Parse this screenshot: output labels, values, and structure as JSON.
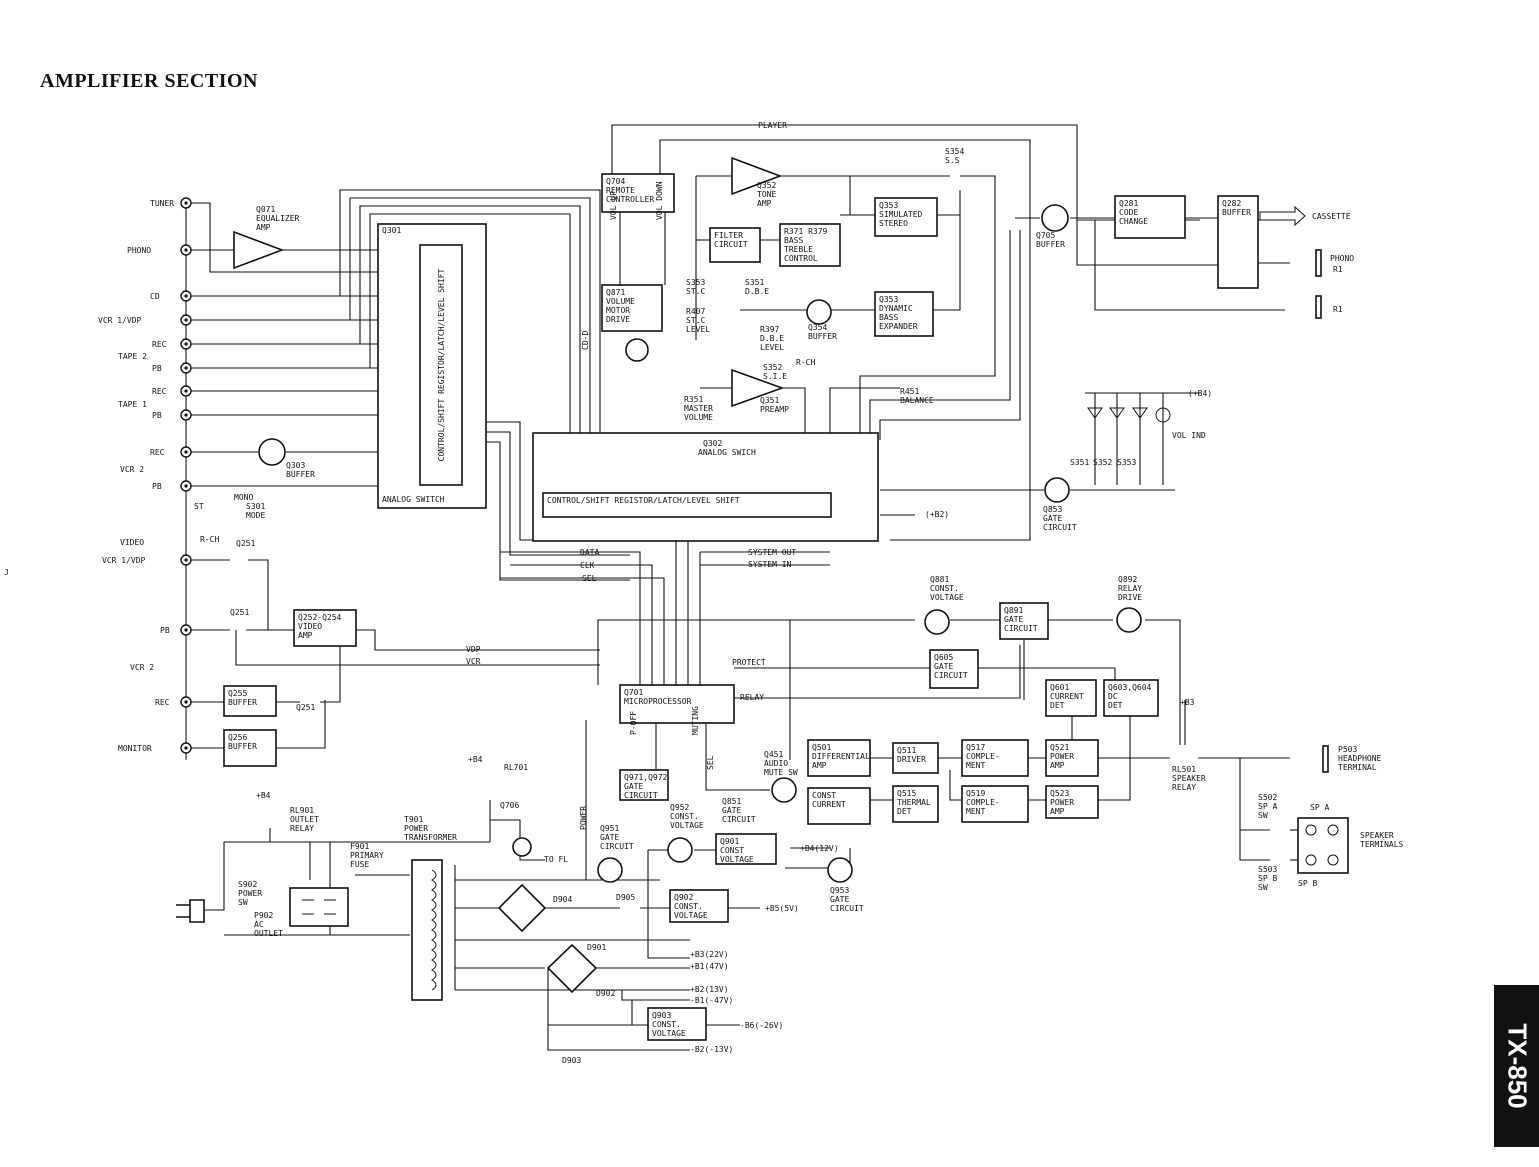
{
  "title": "AMPLIFIER SECTION",
  "model": "TX-850",
  "inputs": [
    {
      "label": "TUNER"
    },
    {
      "label": "PHONO"
    },
    {
      "label": "CD"
    },
    {
      "label": "VCR 1/VDP"
    },
    {
      "label": "REC"
    },
    {
      "label": "TAPE 2"
    },
    {
      "label": "PB"
    },
    {
      "label": "REC"
    },
    {
      "label": "TAPE 1"
    },
    {
      "label": "PB"
    },
    {
      "label": "REC"
    },
    {
      "label": "VCR 2"
    },
    {
      "label": "PB"
    },
    {
      "label": "VIDEO"
    },
    {
      "label": "VCR 1/VDP"
    },
    {
      "label": "PB"
    },
    {
      "label": "VCR 2"
    },
    {
      "label": "REC"
    },
    {
      "label": "MONITOR"
    }
  ],
  "blocks": [
    {
      "id": "Q301",
      "lines": [
        "Q301"
      ]
    },
    {
      "id": "Q301b",
      "lines": [
        "ANALOG SWITCH"
      ]
    },
    {
      "id": "Q301c",
      "lines": [
        "CONTROL/SHIFT REGISTOR/LATCH/LEVEL SHIFT"
      ]
    },
    {
      "id": "Q704",
      "lines": [
        "Q704",
        "REMOTE",
        "CONTROLLER"
      ]
    },
    {
      "id": "Q871",
      "lines": [
        "Q871",
        "VOLUME",
        "MOTOR",
        "DRIVE"
      ]
    },
    {
      "id": "FILTER",
      "lines": [
        "FILTER",
        "CIRCUIT"
      ]
    },
    {
      "id": "BASS",
      "lines": [
        "R371 R379",
        "BASS",
        "TREBLE",
        "CONTROL"
      ]
    },
    {
      "id": "Q353a",
      "lines": [
        "Q353",
        "SIMULATED",
        "STEREO"
      ]
    },
    {
      "id": "Q353b",
      "lines": [
        "Q353",
        "DYNAMIC",
        "BASS",
        "EXPANDER"
      ]
    },
    {
      "id": "Q281",
      "lines": [
        "Q281",
        "CODE",
        "CHANGE"
      ]
    },
    {
      "id": "Q282",
      "lines": [
        "Q282",
        "BUFFER"
      ]
    },
    {
      "id": "Q302",
      "lines": [
        "Q302",
        "ANALOG SWICH"
      ]
    },
    {
      "id": "Q302c",
      "lines": [
        "CONTROL/SHIFT REGISTOR/LATCH/LEVEL SHIFT"
      ]
    },
    {
      "id": "Q252",
      "lines": [
        "Q252-Q254",
        "VIDEO",
        "AMP"
      ]
    },
    {
      "id": "Q255",
      "lines": [
        "Q255",
        "BUFFER"
      ]
    },
    {
      "id": "Q256",
      "lines": [
        "Q256",
        "BUFFER"
      ]
    },
    {
      "id": "Q701",
      "lines": [
        "Q701",
        "MICROPROCESSOR"
      ]
    },
    {
      "id": "Q891",
      "lines": [
        "Q891",
        "GATE",
        "CIRCUIT"
      ]
    },
    {
      "id": "Q605",
      "lines": [
        "Q605",
        "GATE",
        "CIRCUIT"
      ]
    },
    {
      "id": "Q601",
      "lines": [
        "Q601",
        "CURRENT",
        "DET"
      ]
    },
    {
      "id": "Q603",
      "lines": [
        "Q603,Q604",
        "DC",
        "DET"
      ]
    },
    {
      "id": "Q501",
      "lines": [
        "Q501",
        "DIFFERENTIAL",
        "AMP"
      ]
    },
    {
      "id": "Q511",
      "lines": [
        "Q511",
        "DRIVER"
      ]
    },
    {
      "id": "Q517",
      "lines": [
        "Q517",
        "COMPLE-",
        "MENT"
      ]
    },
    {
      "id": "Q521",
      "lines": [
        "Q521",
        "POWER",
        "AMP"
      ]
    },
    {
      "id": "CONST",
      "lines": [
        "CONST",
        "CURRENT"
      ]
    },
    {
      "id": "Q515",
      "lines": [
        "Q515",
        "THERMAL",
        "DET"
      ]
    },
    {
      "id": "Q519",
      "lines": [
        "Q519",
        "COMPLE-",
        "MENT"
      ]
    },
    {
      "id": "Q523",
      "lines": [
        "Q523",
        "POWER",
        "AMP"
      ]
    },
    {
      "id": "Q971",
      "lines": [
        "Q971,Q972",
        "GATE",
        "CIRCUIT"
      ]
    },
    {
      "id": "Q901",
      "lines": [
        "Q901",
        "CONST",
        "VOLTAGE"
      ]
    },
    {
      "id": "Q902",
      "lines": [
        "Q902",
        "CONST.",
        "VOLTAGE"
      ]
    },
    {
      "id": "Q903",
      "lines": [
        "Q903",
        "CONST.",
        "VOLTAGE"
      ]
    }
  ],
  "labels": {
    "player": "PLAYER",
    "cassette": "CASSETTE",
    "phono_out": "PHONO",
    "r1a": "R1",
    "r1b": "R1",
    "q071": [
      "Q071",
      "EQUALIZER",
      "AMP"
    ],
    "q352": [
      "Q352",
      "TONE",
      "AMP"
    ],
    "s354": [
      "S354",
      "S.S"
    ],
    "q705": [
      "Q705",
      "BUFFER"
    ],
    "vol_up": "VOL UP",
    "vol_down": "VOL DOWN",
    "s353": [
      "S353",
      "ST.C"
    ],
    "s351": [
      "S351",
      "D.B.E"
    ],
    "r407": [
      "R407",
      "ST.C",
      "LEVEL"
    ],
    "r397": [
      "R397",
      "D.B.E",
      "LEVEL"
    ],
    "q354": [
      "Q354",
      "BUFFER"
    ],
    "rch1": "R-CH",
    "s352": [
      "S352",
      "S.I.E"
    ],
    "q351": [
      "Q351",
      "PREAMP"
    ],
    "r351": [
      "R351",
      "MASTER",
      "VOLUME"
    ],
    "r451": [
      "R451",
      "BALANCE"
    ],
    "cd_d": "CD-D",
    "b4": "(+B4)",
    "vol_ind": "VOL IND",
    "s351b": "S351",
    "s352b": "S352",
    "s353b": "S353",
    "q303": [
      "Q303",
      "BUFFER"
    ],
    "st": "ST",
    "mono": "MONO",
    "s301": [
      "S301",
      "MODE"
    ],
    "rch2": "R-CH",
    "q251a": "Q251",
    "q251b": "Q251",
    "q251c": "Q251",
    "b2": "(+B2)",
    "q853": [
      "Q853",
      "GATE",
      "CIRCUIT"
    ],
    "data": "DATA",
    "clk": "CLK",
    "sel": "SEL",
    "system_out": "SYSTEM OUT",
    "system_in": "SYSTEM IN",
    "q881": [
      "Q881",
      "CONST.",
      "VOLTAGE"
    ],
    "q892": [
      "Q892",
      "RELAY",
      "DRIVE"
    ],
    "vdp": "VDP",
    "vcr": "VCR",
    "protect": "PROTECT",
    "relay": "RELAY",
    "p_off": "P-OFF",
    "muting": "MUTING",
    "sel2": "SEL",
    "power": "POWER",
    "b3": "+B3",
    "rl501": [
      "RL501",
      "SPEAKER",
      "RELAY"
    ],
    "p503": [
      "P503",
      "HEADPHONE",
      "TERMINAL"
    ],
    "q451": [
      "Q451",
      "AUDIO",
      "MUTE SW"
    ],
    "q851": [
      "Q851",
      "GATE",
      "CIRCUIT"
    ],
    "s502": [
      "S502",
      "SP A",
      "SW"
    ],
    "s503": [
      "S503",
      "SP B",
      "SW"
    ],
    "spa": "SP A",
    "spb": "SP B",
    "speaker_terminals": [
      "SPEAKER",
      "TERMINALS"
    ],
    "b4a": "+B4",
    "b4b": "+B4",
    "rl701": "RL701",
    "q706": "Q706",
    "to_fl": "TO FL",
    "rl901": [
      "RL901",
      "OUTLET",
      "RELAY"
    ],
    "t901": [
      "T901",
      "POWER",
      "TRANSFORMER"
    ],
    "f901": [
      "F901",
      "PRIMARY",
      "FUSE"
    ],
    "s902": [
      "S902",
      "POWER",
      "SW"
    ],
    "p902": [
      "P902",
      "AC",
      "OUTLET"
    ],
    "q952": [
      "Q952",
      "CONST.",
      "VOLTAGE"
    ],
    "q951": [
      "Q951",
      "GATE",
      "CIRCUIT"
    ],
    "q953": [
      "Q953",
      "GATE",
      "CIRCUIT"
    ],
    "b4_12v": "+B4(12V)",
    "d904": "D904",
    "d905": "D905",
    "b5_5v": "+B5(5V)",
    "d901": "D901",
    "b3_22v": "+B3(22V)",
    "b1_47v": "+B1(47V)",
    "b2_13v": "+B2(13V)",
    "d902": "D902",
    "b1_m47v": "-B1(-47V)",
    "b6_m26v": "-B6(-26V)",
    "d903": "D903",
    "b2_m13v": "-B2(-13V)",
    "side_mark": "J"
  }
}
